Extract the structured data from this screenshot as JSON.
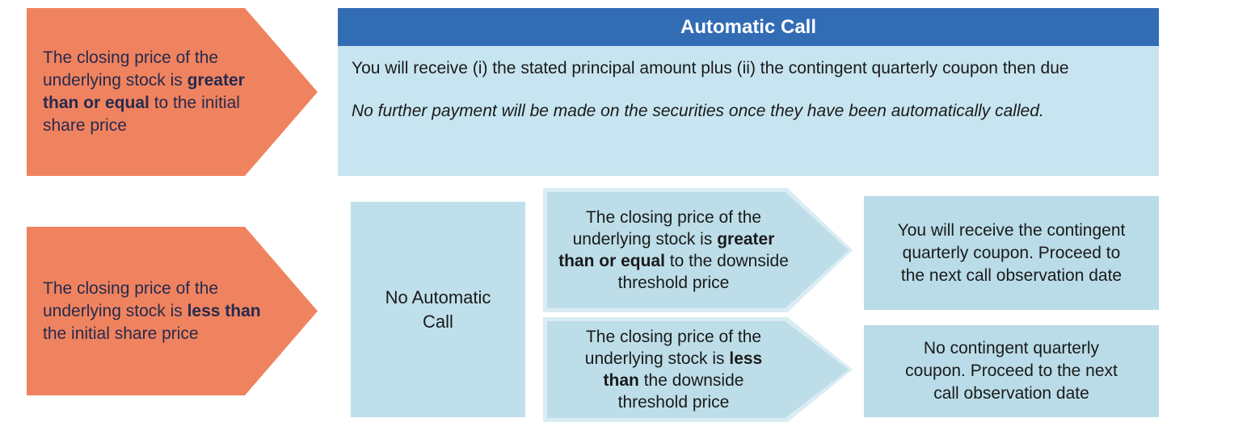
{
  "palette": {
    "condition_arrow_orange": "#F0835F",
    "condition_arrow_text": "#262A4E",
    "header_blue": "#326CB5",
    "header_text": "#FFFFFF",
    "panel_body_blue": "#C7E5F0",
    "box_blue": "#BFE0EB",
    "threshold_arrow_fill": "#BDDEE9",
    "threshold_arrow_outline": "#DAECF4",
    "outcome_box_blue": "#BADCE8",
    "body_text": "#1A1A1A"
  },
  "left_conditions": [
    {
      "prefix": "The closing price of the underlying stock is ",
      "bold": "greater than or equal",
      "suffix": " to the initial share price"
    },
    {
      "prefix": "The closing price of the underlying stock is ",
      "bold": "less than",
      "suffix": " the initial share price"
    }
  ],
  "automatic_call_panel": {
    "title": "Automatic Call",
    "body_main": "You will receive (i) the stated principal amount plus (ii) the contingent quarterly coupon then due",
    "body_note": "No further payment will be made on the securities once they have been automatically called."
  },
  "no_call_box": {
    "label": "No Automatic Call"
  },
  "threshold_conditions": [
    {
      "prefix": "The closing price of the underlying stock is ",
      "bold": "greater than or equal",
      "suffix": " to the downside threshold price"
    },
    {
      "prefix": "The closing price of the underlying stock is ",
      "bold": "less than",
      "suffix": " the downside threshold price"
    }
  ],
  "outcomes": [
    {
      "text": "You will receive the contingent quarterly coupon. Proceed to the next call observation date"
    },
    {
      "text": "No contingent quarterly coupon. Proceed to the next call observation date"
    }
  ]
}
